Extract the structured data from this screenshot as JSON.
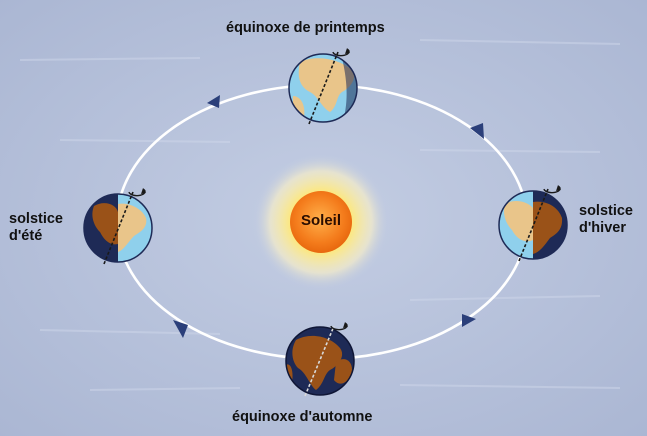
{
  "labels": {
    "top": "équinoxe de printemps",
    "bottom": "équinoxe d'automne",
    "left": [
      "solstice",
      "d'été"
    ],
    "right": [
      "solstice",
      "d'hiver"
    ],
    "sun": "Soleil"
  },
  "colors": {
    "background": "#b8c4dc",
    "orbit": "#ffffff",
    "arrow": "#2b3f7a",
    "sun_core": "#f5831f",
    "sun_glow": "#fff27a",
    "ocean_day": "#8fd0ec",
    "ocean_night": "#1e2a56",
    "land_day": "#e9c58a",
    "land_night": "#9a5218"
  }
}
